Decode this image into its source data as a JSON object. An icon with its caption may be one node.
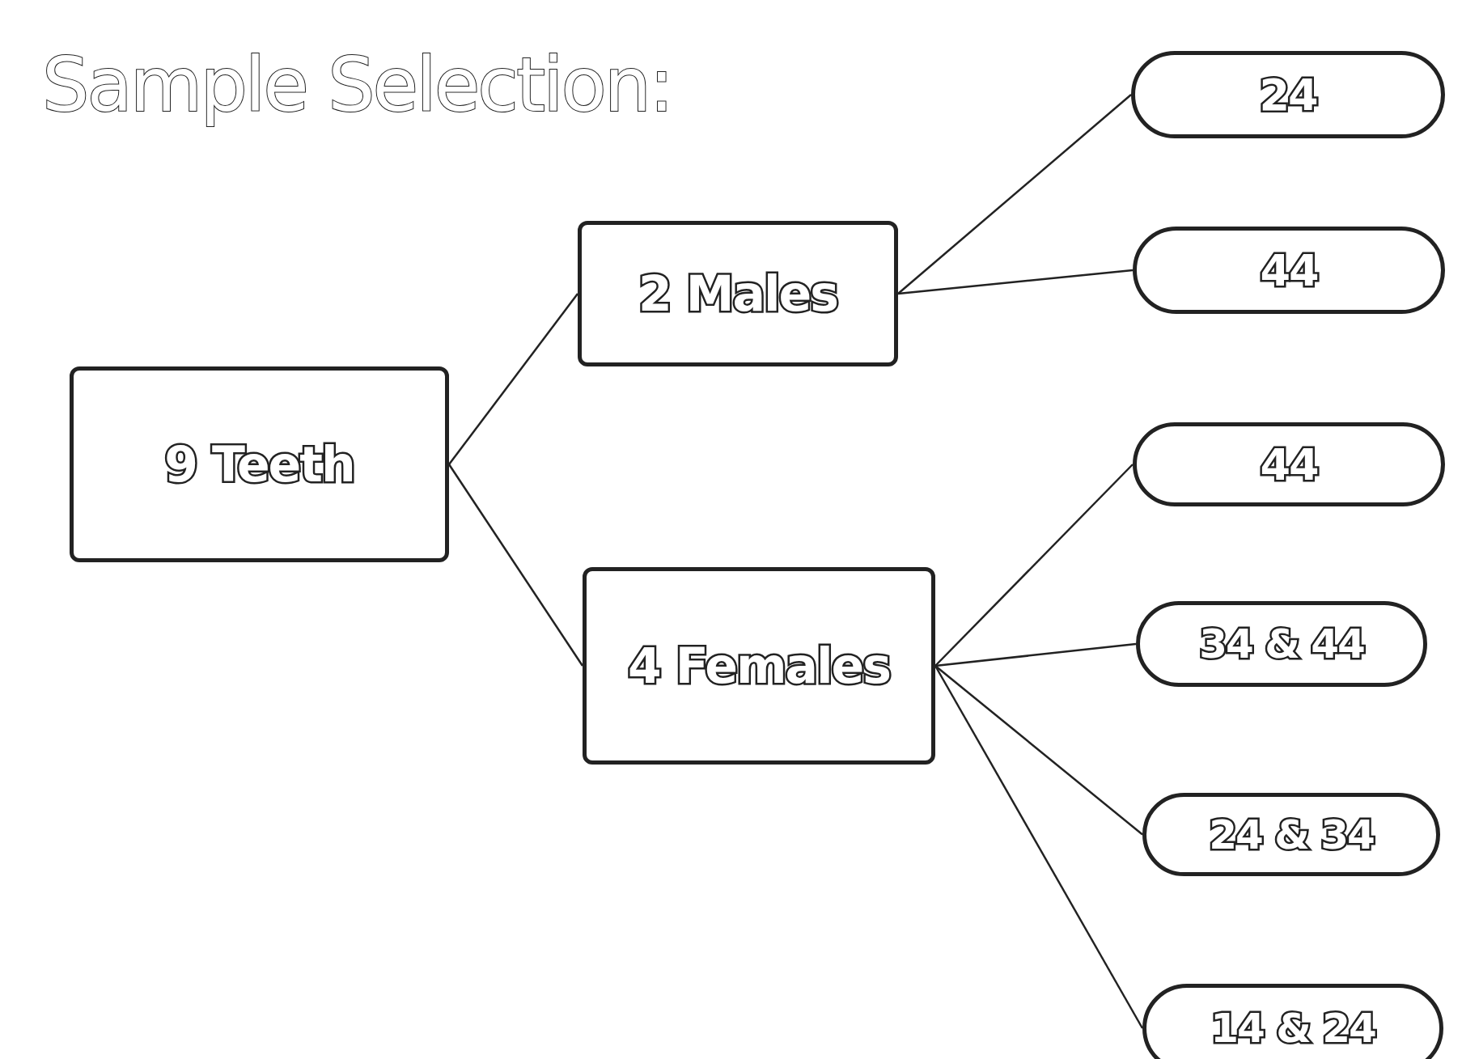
{
  "diagram": {
    "title": "Sample Selection:",
    "nodes": [
      {
        "text": [
          "9 Teeth"
        ]
      },
      {
        "text": [
          "2 Males"
        ]
      },
      {
        "text": [
          "4 Females"
        ]
      },
      {
        "text": [
          "24"
        ]
      },
      {
        "text": [
          "44"
        ]
      },
      {
        "text": [
          "44"
        ]
      },
      {
        "text": [
          "34 & 44"
        ]
      },
      {
        "text": [
          "24 & 34"
        ]
      },
      {
        "text": [
          "14 & 24"
        ]
      }
    ],
    "edges": [
      {
        "from": 0,
        "to": 1,
        "arrow": "none"
      },
      {
        "from": 0,
        "to": 2,
        "arrow": "none"
      },
      {
        "from": 1,
        "to": 3,
        "arrow": "none"
      },
      {
        "from": 1,
        "to": 4,
        "arrow": "none"
      },
      {
        "from": 2,
        "to": 5,
        "arrow": "none"
      },
      {
        "from": 2,
        "to": 6,
        "arrow": "none"
      },
      {
        "from": 2,
        "to": 7,
        "arrow": "none"
      },
      {
        "from": 2,
        "to": 8,
        "arrow": "none"
      }
    ]
  }
}
